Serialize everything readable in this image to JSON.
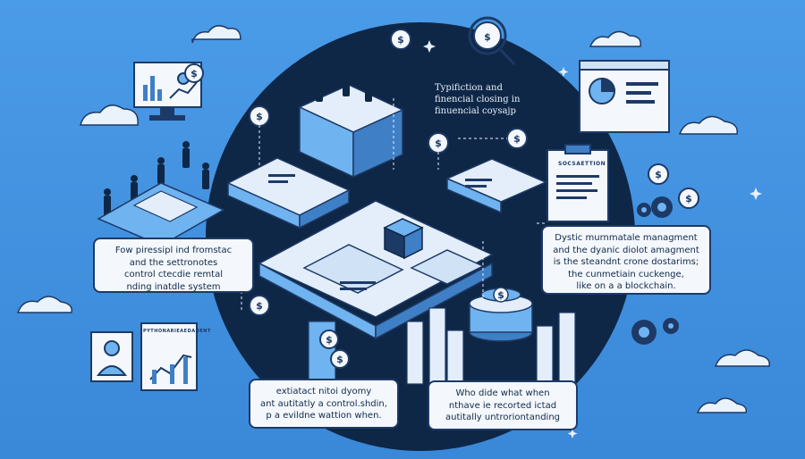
{
  "title_block": {
    "line1": "Typifiction and",
    "line2": "finencial closing in",
    "line3": "finuencial coysajp"
  },
  "callouts": {
    "left": [
      "Fow piressipl ind fromstac",
      "and the settronotes",
      "control ctecdie remtal",
      "nding inatdle system"
    ],
    "right": [
      "Dystic murnmatale managment",
      "and the dyanic diolot amagment",
      "is the steandnt crone dostarims;",
      "the cunmetiain cuckenge,",
      "like on a a blockchain."
    ],
    "bottom_left": [
      "extiatact nitoi dyomy",
      "ant autitatly a control.shdin,",
      "p a evildne wattion when."
    ],
    "bottom_right": [
      "Who dide what when",
      "nthave ie recorted ictad",
      "autitally untroriontanding"
    ]
  },
  "doc_labels": {
    "right_clipboard": "SOCSAETTION",
    "left_report": "PYTHONARIEAEDAOENT"
  },
  "icons": {
    "currency": "dollar-coin-icon",
    "people": "person-figure-icon",
    "monitor": "monitor-chart-icon",
    "gear": "gear-icon",
    "cloud": "cloud-icon",
    "magnifier": "magnifier-icon",
    "pin": "location-pin-icon",
    "document": "document-icon",
    "blockchain": "block-cube-icon"
  },
  "colors": {
    "background": "#3d8fe0",
    "dark_circle": "#0f2747",
    "ink": "#1d3a66",
    "paper": "#f4f8fc",
    "accent": "#6fb3f0"
  }
}
